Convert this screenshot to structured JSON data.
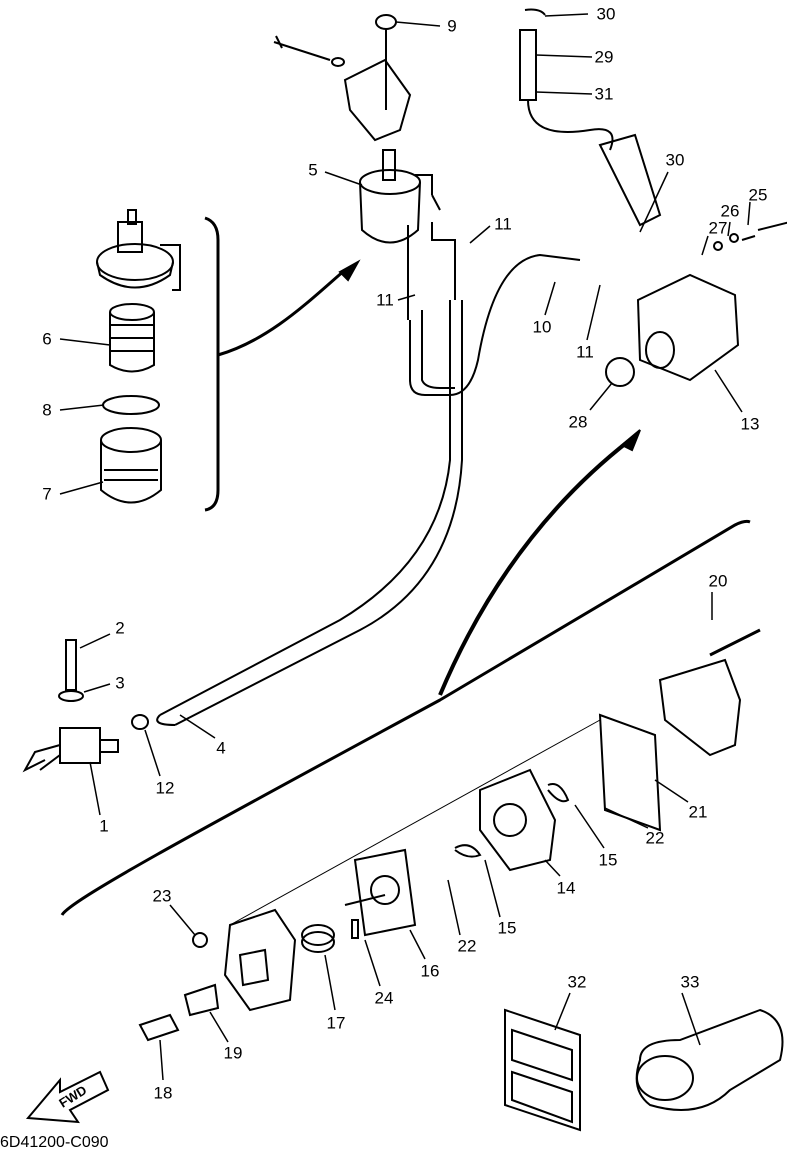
{
  "diagram_code": "6D41200-C090",
  "fwd_label": "FWD",
  "callouts": [
    "30",
    "29",
    "31",
    "9",
    "5",
    "11",
    "11",
    "10",
    "11",
    "30",
    "27",
    "26",
    "25",
    "28",
    "13",
    "6",
    "8",
    "7",
    "2",
    "3",
    "1",
    "12",
    "4",
    "20",
    "21",
    "22",
    "15",
    "14",
    "15",
    "22",
    "16",
    "24",
    "17",
    "23",
    "19",
    "18",
    "32",
    "33"
  ],
  "line_color": "#000000"
}
